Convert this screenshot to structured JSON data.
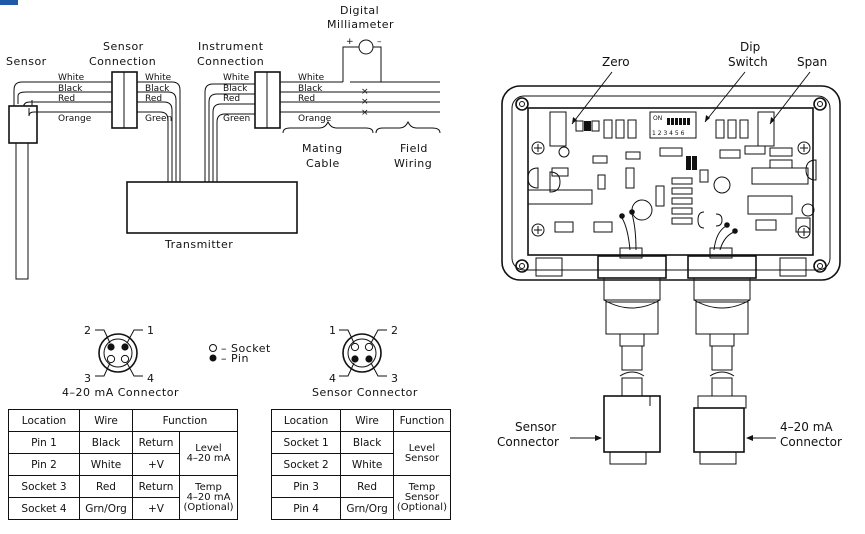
{
  "wiring": {
    "sensor": "Sensor",
    "sensor_connection": "Sensor Connection",
    "instrument_connection": "Instrument Connection",
    "digital_milliameter": "Digital Milliameter",
    "plus": "+",
    "minus": "–",
    "mating_cable": "Mating Cable",
    "field_wiring": "Field Wiring",
    "transmitter": "Transmitter",
    "sensor_wires_left": [
      "White",
      "Black",
      "Red",
      "Orange"
    ],
    "sensor_wires_right": [
      "White",
      "Black",
      "Red",
      "Green"
    ],
    "instrument_wires_left": [
      "White",
      "Black",
      "Red",
      "Green"
    ],
    "instrument_wires_right": [
      "White",
      "Black",
      "Red",
      "Orange"
    ]
  },
  "connectors": {
    "left": {
      "title": "4–20 mA Connector",
      "pins": [
        "1",
        "2",
        "3",
        "4"
      ]
    },
    "right": {
      "title": "Sensor Connector",
      "pins": [
        "1",
        "2",
        "3",
        "4"
      ]
    },
    "legend": {
      "socket": "– Socket",
      "pin": "– Pin"
    }
  },
  "table_left": {
    "headers": [
      "Location",
      "Wire",
      "Function"
    ],
    "rows": [
      {
        "location": "Pin 1",
        "wire": "Black",
        "func": "Return"
      },
      {
        "location": "Pin 2",
        "wire": "White",
        "func": "+V"
      },
      {
        "location": "Socket 3",
        "wire": "Red",
        "func": "Return"
      },
      {
        "location": "Socket 4",
        "wire": "Grn/Org",
        "func": "+V"
      }
    ],
    "span1": [
      "Level",
      "4–20 mA"
    ],
    "span2": [
      "Temp",
      "4–20 mA",
      "(Optional)"
    ]
  },
  "table_right": {
    "headers": [
      "Location",
      "Wire",
      "Function"
    ],
    "rows": [
      {
        "location": "Socket 1",
        "wire": "Black"
      },
      {
        "location": "Socket 2",
        "wire": "White"
      },
      {
        "location": "Pin 3",
        "wire": "Red"
      },
      {
        "location": "Pin 4",
        "wire": "Grn/Org"
      }
    ],
    "span1": [
      "Level",
      "Sensor"
    ],
    "span2": [
      "Temp",
      "Sensor",
      "(Optional)"
    ]
  },
  "board": {
    "zero": "Zero",
    "dip_switch": [
      "Dip",
      "Switch"
    ],
    "span": "Span",
    "dip_on": "ON",
    "dip_numbers": "1 2 3 4 5 6",
    "sensor_connector": [
      "Sensor",
      "Connector"
    ],
    "ma_connector": [
      "4–20 mA",
      "Connector"
    ]
  }
}
